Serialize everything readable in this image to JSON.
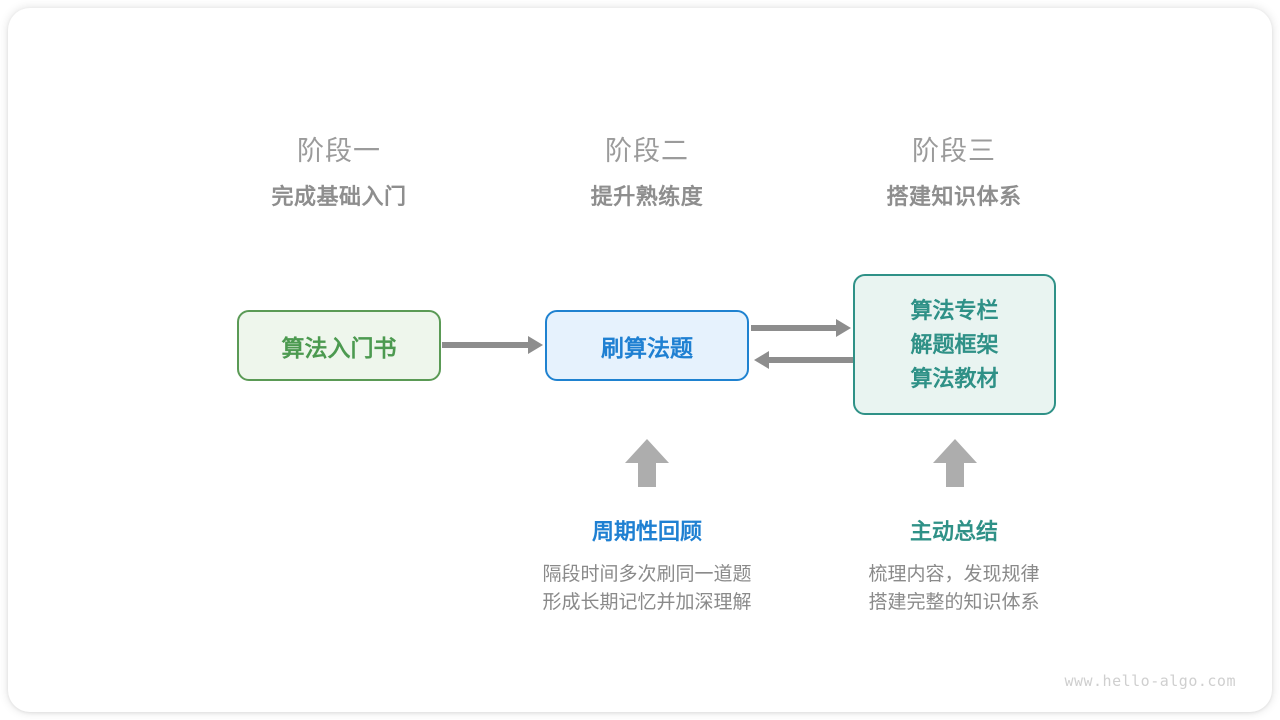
{
  "stages": [
    {
      "title": "阶段一",
      "subtitle": "完成基础入门"
    },
    {
      "title": "阶段二",
      "subtitle": "提升熟练度"
    },
    {
      "title": "阶段三",
      "subtitle": "搭建知识体系"
    }
  ],
  "nodes": {
    "book": {
      "label": "算法入门书"
    },
    "practice": {
      "label": "刷算法题"
    },
    "resources": {
      "line1": "算法专栏",
      "line2": "解题框架",
      "line3": "算法教材"
    }
  },
  "notes": [
    {
      "title": "周期性回顾",
      "desc_line1": "隔段时间多次刷同一道题",
      "desc_line2": "形成长期记忆并加深理解"
    },
    {
      "title": "主动总结",
      "desc_line1": "梳理内容，发现规律",
      "desc_line2": "搭建完整的知识体系"
    }
  ],
  "watermark": "www.hello-algo.com",
  "colors": {
    "green": "#4c9a50",
    "green_border": "#5a9a55",
    "green_fill": "#eef6ec",
    "blue": "#1f80d2",
    "blue_border": "#1f82d0",
    "blue_fill": "#e6f2fd",
    "teal": "#2f9187",
    "teal_fill": "#e9f4f1",
    "arrow_gray": "#8d8d8d",
    "block_arrow_gray": "#adadad",
    "heading_gray": "#9b9b9b",
    "text_gray": "#8a8a8a",
    "watermark_gray": "#cfcfcf"
  }
}
